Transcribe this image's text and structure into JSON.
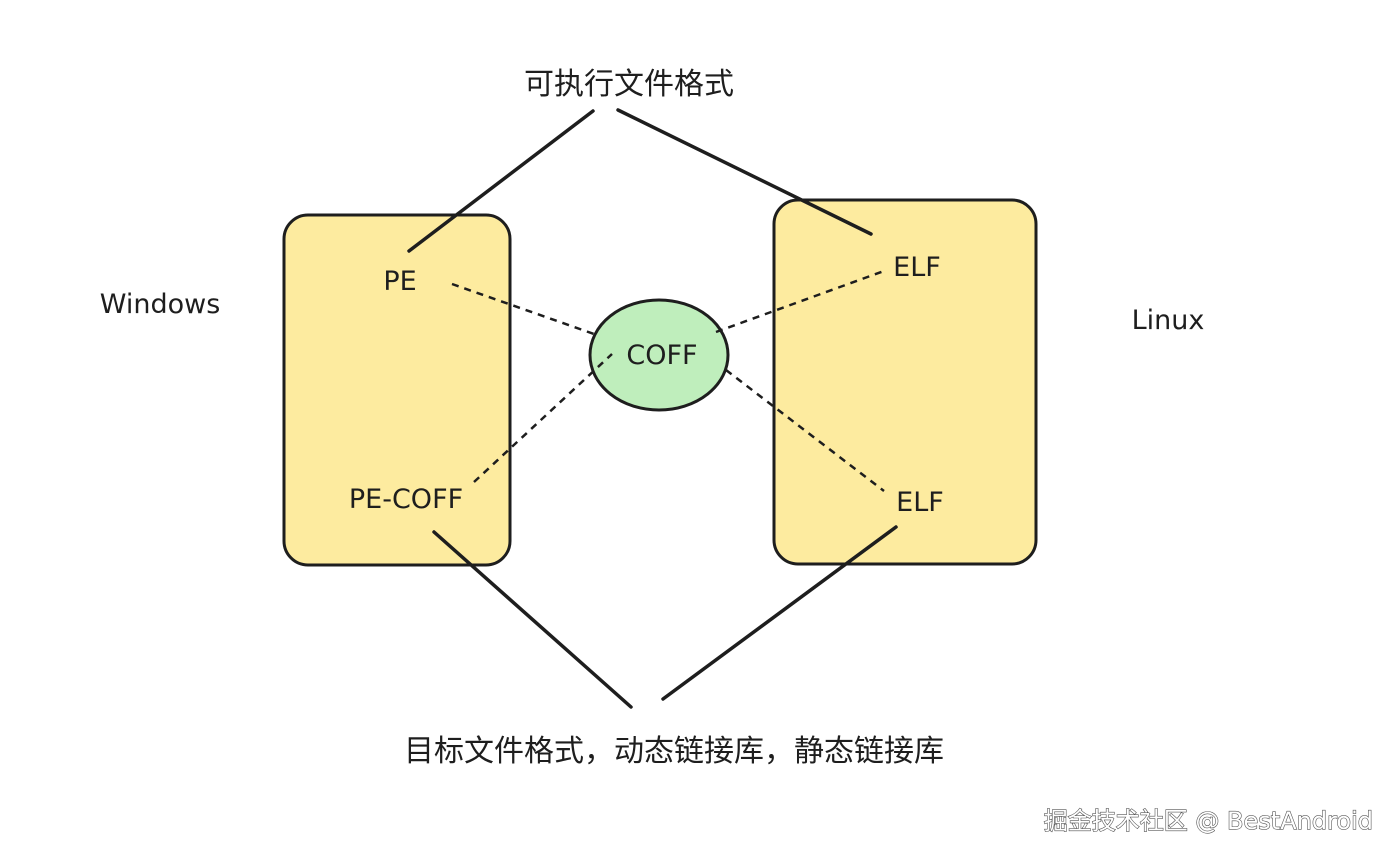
{
  "labels": {
    "top": "可执行文件格式",
    "bottom": "目标文件格式，动态链接库，静态链接库",
    "windows": "Windows",
    "linux": "Linux",
    "pe": "PE",
    "pe_coff": "PE-COFF",
    "coff": "COFF",
    "elf_top": "ELF",
    "elf_bottom": "ELF"
  },
  "watermark": "掘金技术社区 @ BestAndroid",
  "colors": {
    "box_fill": "#fdeb9f",
    "ellipse_fill": "#bfeebc",
    "stroke": "#1e1e1e"
  }
}
